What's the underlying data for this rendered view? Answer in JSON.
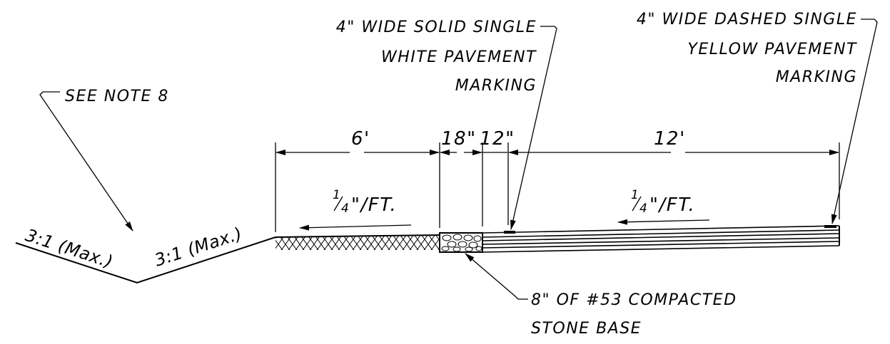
{
  "labels": {
    "white_marking": [
      "4\" WIDE SOLID SINGLE",
      "WHITE PAVEMENT",
      "MARKING"
    ],
    "yellow_marking": [
      "4\" WIDE DASHED SINGLE",
      "YELLOW PAVEMENT",
      "MARKING"
    ],
    "see_note": "SEE NOTE 8",
    "stone_base": [
      "8\" OF #53 COMPACTED",
      "STONE BASE"
    ],
    "left_slope": "3:1 (Max.)",
    "right_slope": "3:1 (Max.)"
  },
  "dimensions": {
    "shoulder_width": "6'",
    "gutter_width": "18\"",
    "offset_width": "12\"",
    "lane_width": "12'"
  },
  "cross_slopes": {
    "shoulder": {
      "fraction_num": "1",
      "fraction_den": "4",
      "suffix": "\"/FT."
    },
    "lane": {
      "fraction_num": "1",
      "fraction_den": "4",
      "suffix": "\"/FT."
    }
  },
  "colors": {
    "line": "#000000",
    "background": "#ffffff"
  }
}
